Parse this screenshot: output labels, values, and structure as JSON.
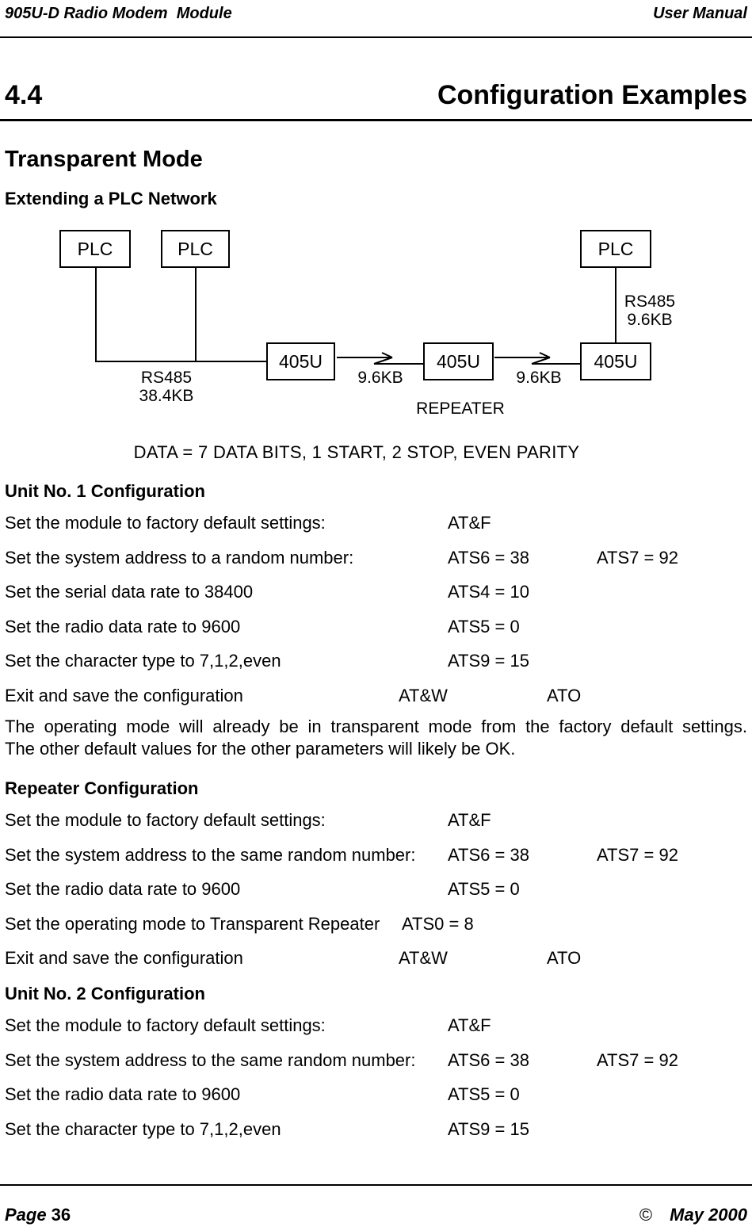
{
  "header": {
    "left": "905U-D Radio Modem  Module",
    "right": "User Manual"
  },
  "section": {
    "number": "4.4",
    "title": "Configuration Examples"
  },
  "subsection": "Transparent Mode",
  "subheading": "Extending a PLC Network",
  "diagram": {
    "plc_boxes": [
      "PLC",
      "PLC",
      "PLC"
    ],
    "modem_boxes": [
      "405U",
      "405U",
      "405U"
    ],
    "serial_bus_label": [
      "RS485",
      "38.4KB"
    ],
    "right_serial_label": [
      "RS485",
      "9.6KB"
    ],
    "link_labels": [
      "9.6KB",
      "9.6KB"
    ],
    "repeater_label": "REPEATER",
    "caption": "DATA = 7 DATA BITS, 1 START, 2 STOP, EVEN PARITY"
  },
  "config_sections": [
    {
      "heading": "Unit No. 1 Configuration",
      "rows": [
        {
          "label": "Set the module to factory default settings:",
          "values": [
            "AT&F"
          ],
          "cols": [
            "c1"
          ]
        },
        {
          "label": "Set the system address to a random number:",
          "values": [
            "ATS6 = 38",
            "ATS7 = 92"
          ],
          "cols": [
            "c1",
            "c2"
          ]
        },
        {
          "label": "Set the serial data rate to 38400",
          "values": [
            "ATS4 = 10"
          ],
          "cols": [
            "c1"
          ]
        },
        {
          "label": "Set the radio data rate to 9600",
          "values": [
            "ATS5 = 0"
          ],
          "cols": [
            "c1"
          ]
        },
        {
          "label": "Set the character type to 7,1,2,even",
          "values": [
            "ATS9 = 15"
          ],
          "cols": [
            "c1"
          ]
        },
        {
          "label": "Exit and save the configuration",
          "values": [
            "AT&W",
            "ATO"
          ],
          "cols": [
            "e1",
            "e2"
          ]
        }
      ]
    },
    {
      "heading": "Repeater Configuration",
      "rows": [
        {
          "label": "Set the module to factory default settings:",
          "values": [
            "AT&F"
          ],
          "cols": [
            "c1"
          ]
        },
        {
          "label": "Set the system address to the same random number:",
          "values": [
            "ATS6 = 38",
            "ATS7 = 92"
          ],
          "cols": [
            "c1",
            "c2"
          ]
        },
        {
          "label": "Set the radio data rate to 9600",
          "values": [
            "ATS5 = 0"
          ],
          "cols": [
            "c1"
          ]
        },
        {
          "label": "Set the operating mode to Transparent Repeater",
          "values": [
            "ATS0 = 8"
          ],
          "cols": [
            "i1"
          ]
        },
        {
          "label": "Exit and save the configuration",
          "values": [
            "AT&W",
            "ATO"
          ],
          "cols": [
            "e1",
            "e2"
          ]
        }
      ]
    },
    {
      "heading": "Unit No. 2 Configuration",
      "rows": [
        {
          "label": "Set the module to factory default settings:",
          "values": [
            "AT&F"
          ],
          "cols": [
            "c1"
          ]
        },
        {
          "label": "Set the system address to the same random number:",
          "values": [
            "ATS6 = 38",
            "ATS7 = 92"
          ],
          "cols": [
            "c1",
            "c2"
          ]
        },
        {
          "label": "Set the radio data rate to 9600",
          "values": [
            "ATS5 = 0"
          ],
          "cols": [
            "c1"
          ]
        },
        {
          "label": "Set the character type to 7,1,2,even",
          "values": [
            "ATS9 = 15"
          ],
          "cols": [
            "c1"
          ]
        }
      ]
    }
  ],
  "paragraph": [
    "The operating mode will already be in transparent mode from the factory default settings.",
    "The other default values for the other parameters will likely be OK."
  ],
  "footer": {
    "page_label": "Page",
    "page_number": "36",
    "copyright": "©",
    "date": "May 2000"
  }
}
